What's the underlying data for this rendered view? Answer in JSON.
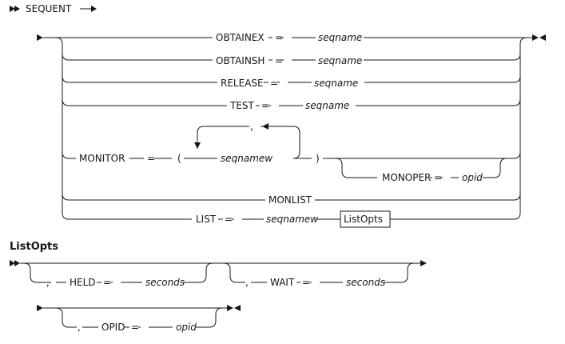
{
  "main": {
    "keyword": "SEQUENT",
    "eq": "=",
    "lparen": "(",
    "rparen": ")",
    "comma": ",",
    "options": [
      {
        "kw": "OBTAINEX",
        "var": "seqname"
      },
      {
        "kw": "OBTAINSH",
        "var": "seqname"
      },
      {
        "kw": "RELEASE",
        "var": "seqname"
      },
      {
        "kw": "TEST",
        "var": "seqname"
      },
      {
        "kw": "MONITOR",
        "var": "seqnamew"
      },
      {
        "kw": "MONLIST"
      },
      {
        "kw": "LIST",
        "var": "seqnamew"
      }
    ],
    "monoper": {
      "kw": "MONOPER",
      "var": "opid"
    },
    "listopts_ref": "ListOpts"
  },
  "listopts": {
    "title": "ListOpts",
    "items": [
      {
        "comma": ",",
        "kw": "HELD",
        "eq": "=",
        "var": "seconds"
      },
      {
        "comma": ",",
        "kw": "WAIT",
        "eq": "=",
        "var": "seconds"
      },
      {
        "comma": ",",
        "kw": "OPID",
        "eq": "=",
        "var": "opid"
      }
    ]
  },
  "colors": {
    "ink": "#161616",
    "background": "#ffffff"
  }
}
